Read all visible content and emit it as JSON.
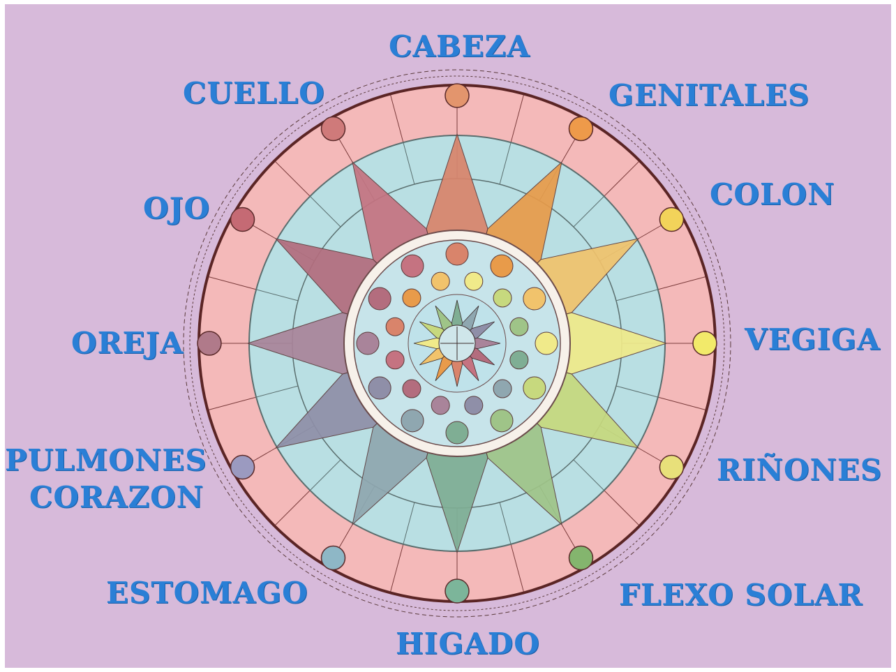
{
  "organs": {
    "cabeza": "CABEZA",
    "cuello": "CUELLO",
    "genitales": "GENITALES",
    "ojo": "OJO",
    "colon": "COLON",
    "oreja": "OREJA",
    "vegiga": "VEGIGA",
    "pulmones": "PULMONES",
    "corazon": "CORAZON",
    "rinones": "RIÑONES",
    "estomago": "ESTOMAGO",
    "flexo_solar": "FLEXO SOLAR",
    "higado": "HIGADO"
  },
  "colors": {
    "background": "#d7bada",
    "label": "#2a7fd6",
    "outer_ring": "#f4b9b9",
    "middle_ring": "#b9dfe3",
    "inner_ring": "#f2c9c9",
    "center_ring": "#c7e4ea",
    "star_points": [
      "#d9846b",
      "#e89b4a",
      "#f1c36c",
      "#f0ea8a",
      "#c7d97e",
      "#9fc488",
      "#7fae94",
      "#8fa7b0",
      "#8f8fa8",
      "#a9849a",
      "#b36d7e",
      "#c57381"
    ]
  }
}
